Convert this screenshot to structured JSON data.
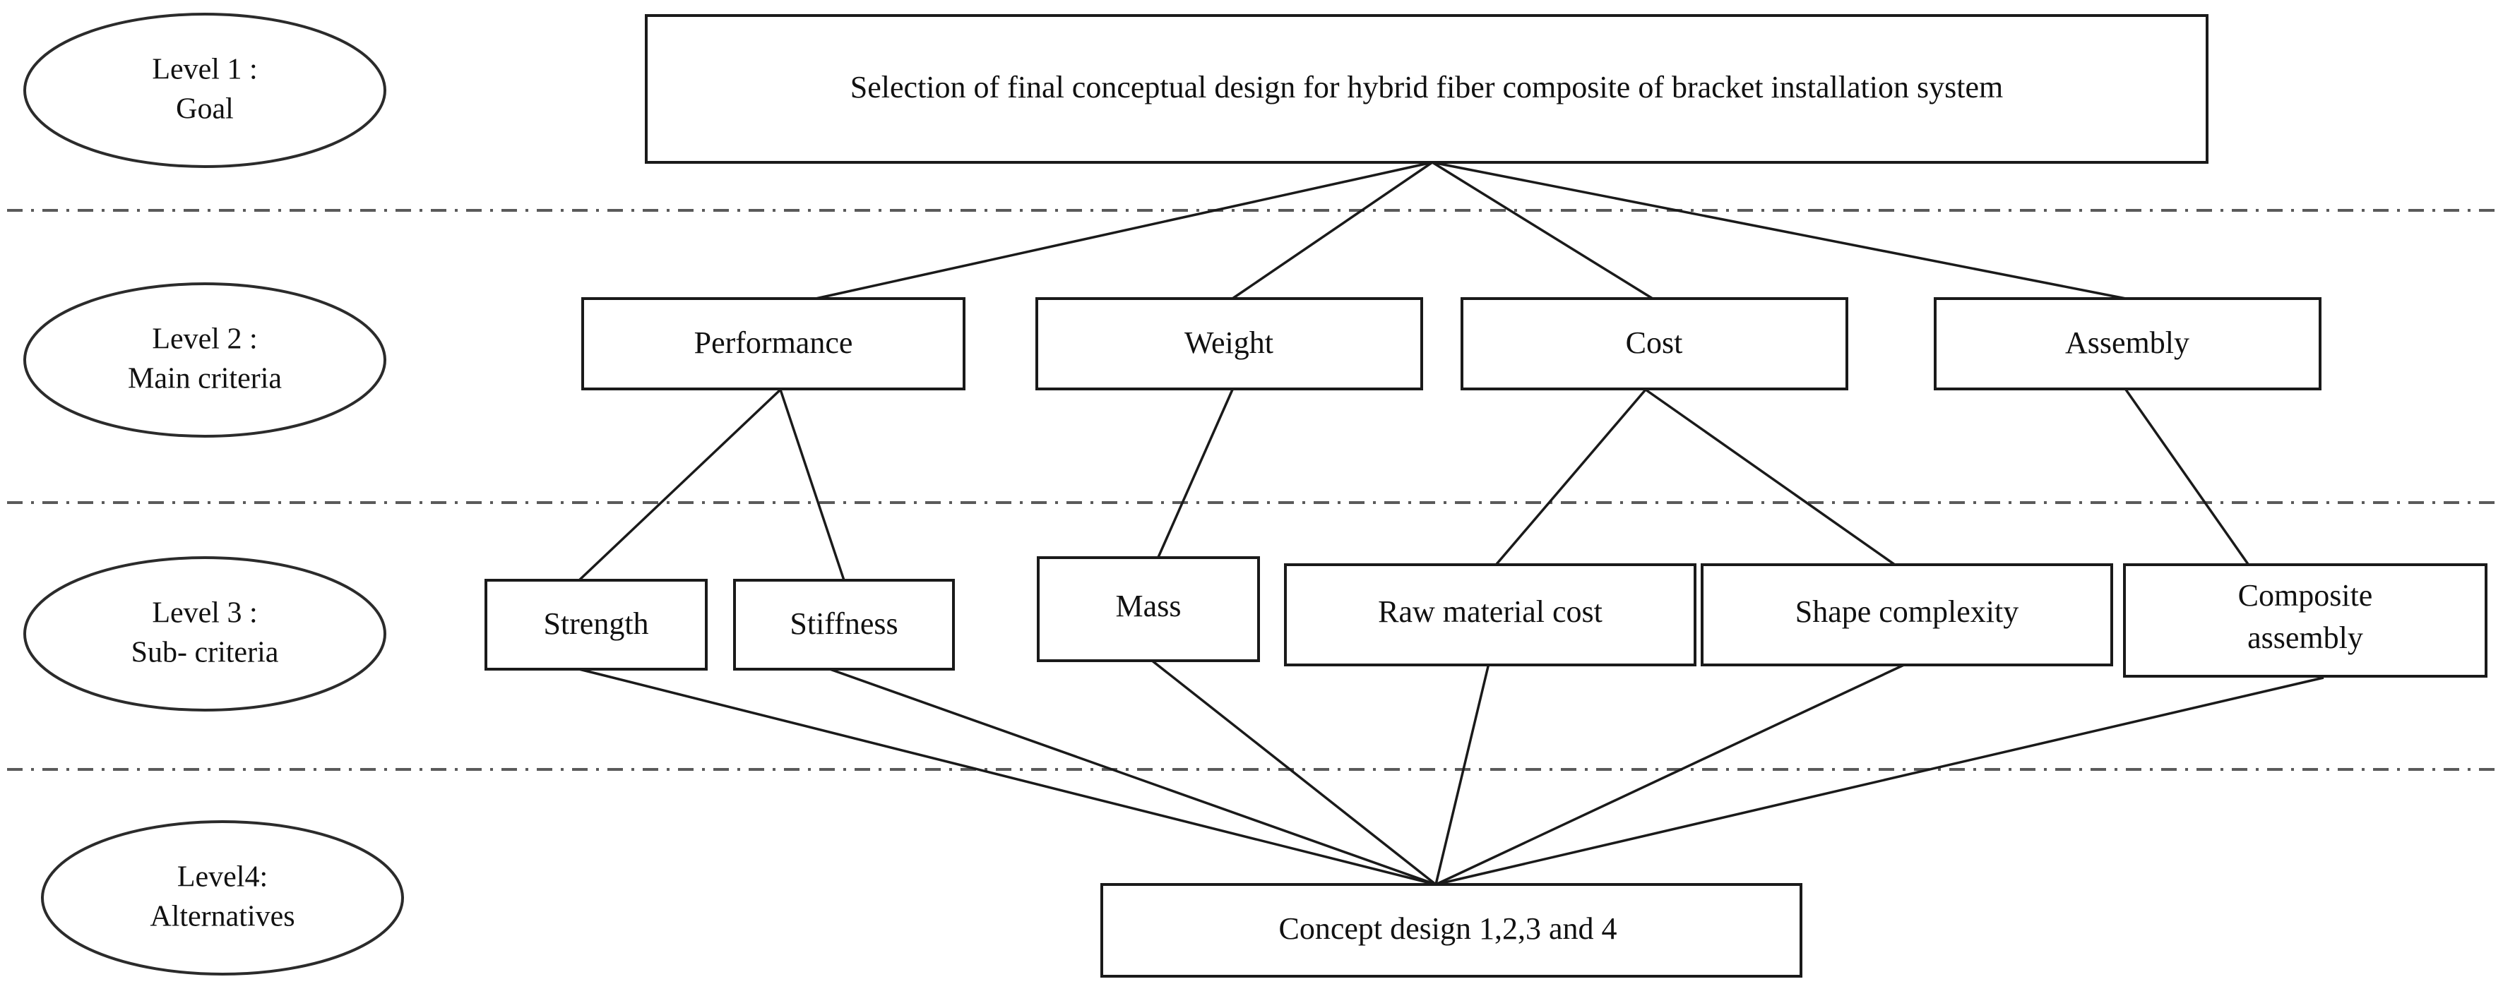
{
  "diagram": {
    "title_text": "Selection of final conceptual design for hybrid fiber composite of bracket installation system",
    "levels": [
      {
        "line1": "Level 1 :",
        "line2": "Goal"
      },
      {
        "line1": "Level 2 :",
        "line2": "Main criteria"
      },
      {
        "line1": "Level 3 :",
        "line2": "Sub- criteria"
      },
      {
        "line1": "Level4:",
        "line2": "Alternatives"
      }
    ],
    "goal": {
      "label": "Selection of final conceptual design for hybrid fiber composite of bracket installation system"
    },
    "main_criteria": [
      {
        "label": "Performance"
      },
      {
        "label": "Weight"
      },
      {
        "label": "Cost"
      },
      {
        "label": "Assembly"
      }
    ],
    "sub_criteria": [
      {
        "label": "Strength",
        "line1": "Strength",
        "line2": ""
      },
      {
        "label": "Stiffness",
        "line1": "Stiffness",
        "line2": ""
      },
      {
        "label": "Mass",
        "line1": "Mass",
        "line2": ""
      },
      {
        "label": "Raw material cost",
        "line1": "Raw material cost",
        "line2": ""
      },
      {
        "label": "Shape complexity",
        "line1": "Shape complexity",
        "line2": ""
      },
      {
        "label": "Composite assembly",
        "line1": "Composite",
        "line2": "assembly"
      }
    ],
    "alternatives": {
      "label": "Concept design 1,2,3 and 4"
    },
    "colors": {
      "background": "#ffffff",
      "node_stroke": "#1a1a1a",
      "connector": "#1a1a1a",
      "divider": "#5a5a5a",
      "text": "#111111"
    }
  }
}
